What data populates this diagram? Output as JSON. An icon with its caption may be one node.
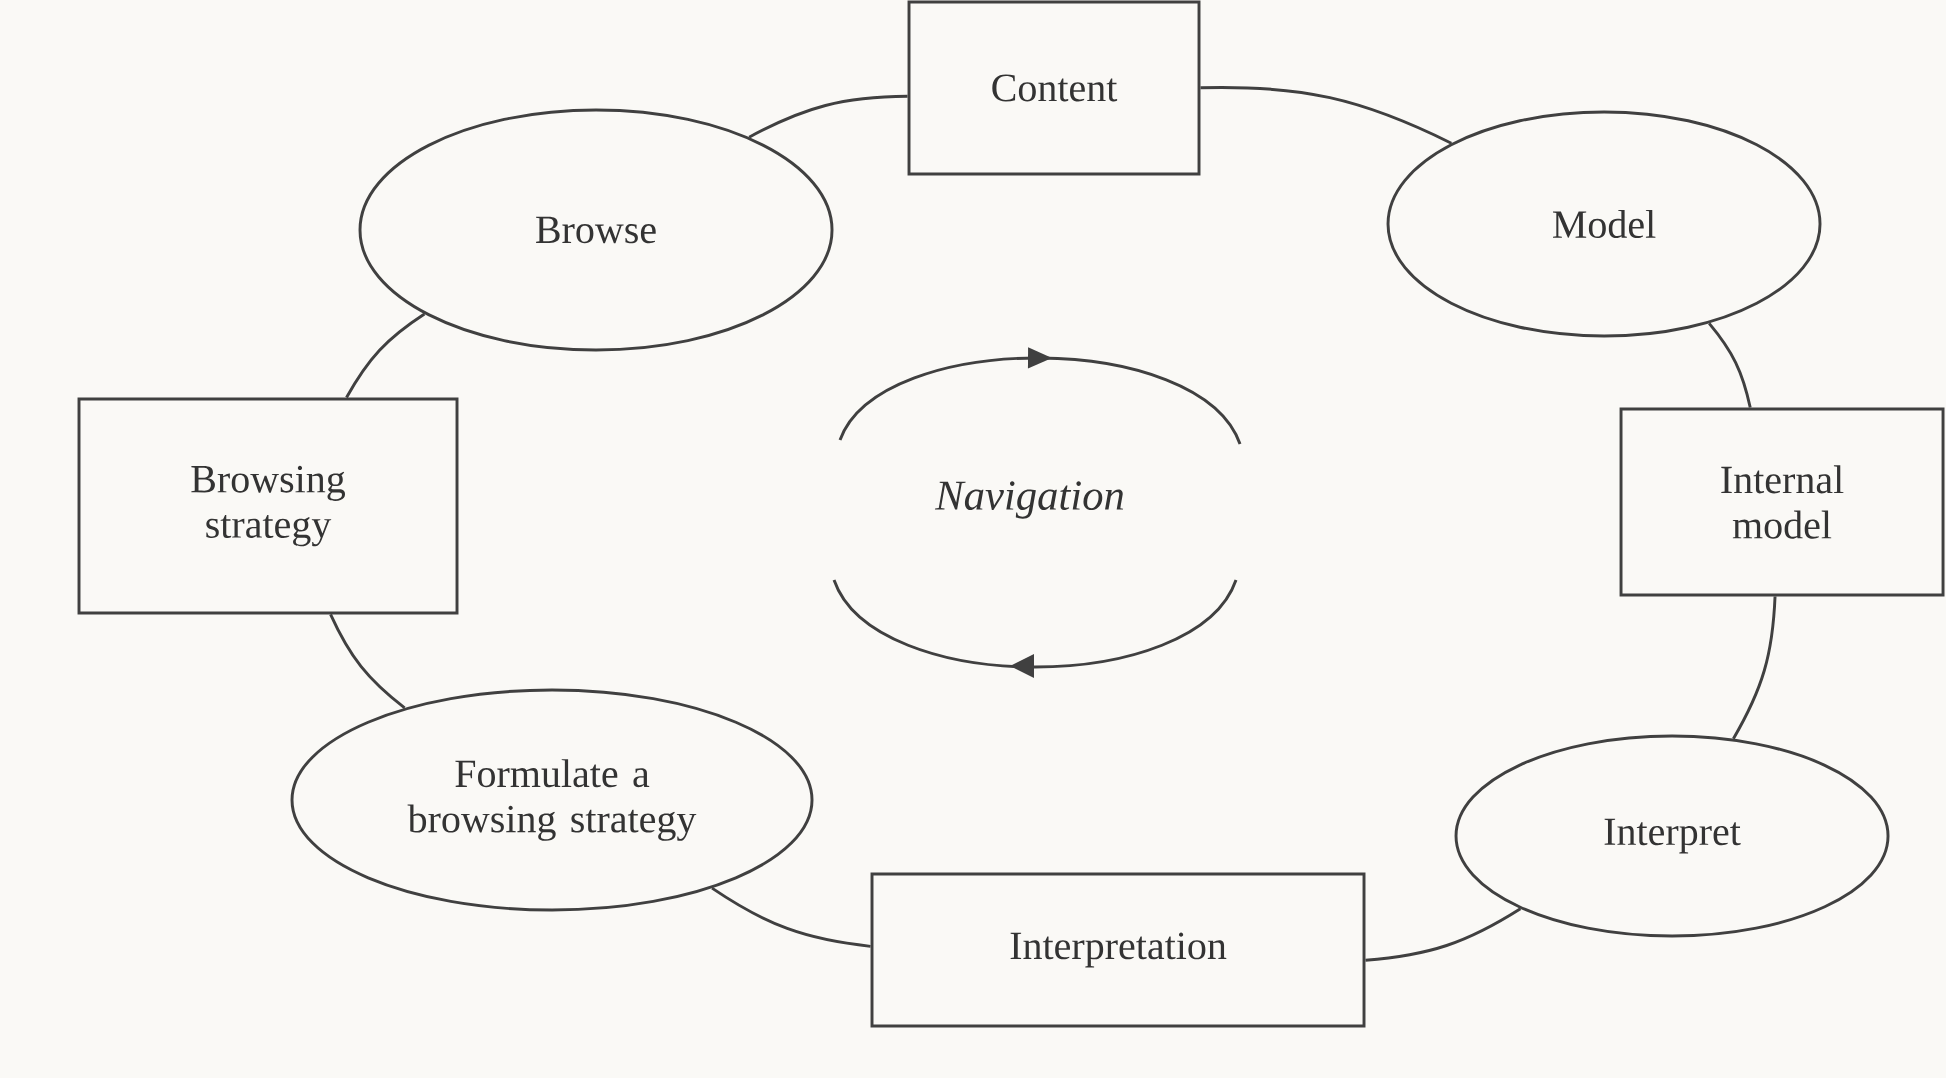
{
  "diagram": {
    "nodes": [
      {
        "text": [
          "Content"
        ]
      },
      {
        "text": [
          "Browse"
        ]
      },
      {
        "text": [
          "Model"
        ]
      },
      {
        "text": [
          "Browsing strategy"
        ]
      },
      {
        "text": [
          "Internal model"
        ]
      },
      {
        "text": [
          "Formulate a browsing strategy"
        ]
      },
      {
        "text": [
          "Interpret"
        ]
      },
      {
        "text": [
          "Interpretation"
        ]
      }
    ],
    "edges": [
      {
        "from": 0,
        "to": 2,
        "arrow": "none"
      },
      {
        "from": 2,
        "to": 4,
        "arrow": "none"
      },
      {
        "from": 4,
        "to": 6,
        "arrow": "none"
      },
      {
        "from": 6,
        "to": 7,
        "arrow": "none"
      },
      {
        "from": 7,
        "to": 5,
        "arrow": "none"
      },
      {
        "from": 5,
        "to": 3,
        "arrow": "none"
      },
      {
        "from": 3,
        "to": 1,
        "arrow": "none"
      },
      {
        "from": 1,
        "to": 0,
        "arrow": "none"
      }
    ],
    "labels": [
      "Navigation"
    ]
  }
}
